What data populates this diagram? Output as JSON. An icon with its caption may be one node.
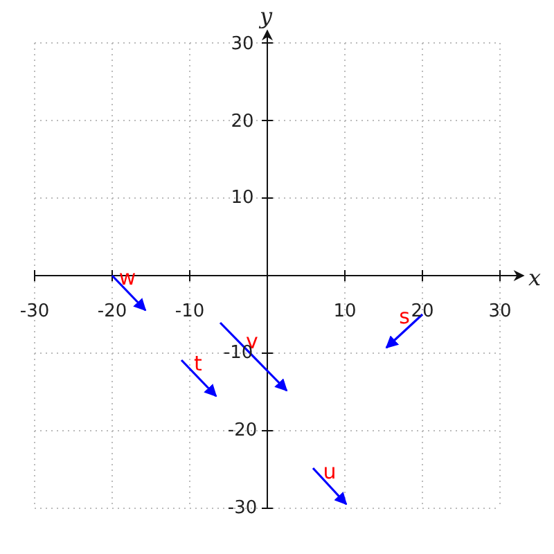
{
  "diagram": {
    "labels": [
      "y",
      "30",
      "20",
      "10",
      "w",
      "x",
      "-30",
      "-20",
      "-10",
      "10",
      "20",
      "30",
      "s",
      "v",
      "-10",
      "t",
      "-20",
      "u",
      "-30"
    ]
  }
}
